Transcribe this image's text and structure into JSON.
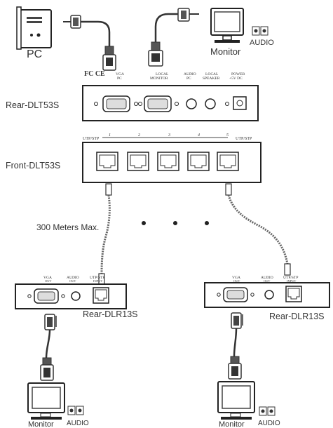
{
  "top": {
    "pc_label": "PC",
    "monitor_label": "Monitor",
    "audio_label": "AUDIO"
  },
  "rear_dlt53s": {
    "label": "Rear-DLT53S",
    "marks": "FC CE",
    "ports": [
      {
        "line1": "VGA",
        "line2": "PC"
      },
      {
        "line1": "LOCAL",
        "line2": "MONITOR"
      },
      {
        "line1": "AUDIO",
        "line2": "PC"
      },
      {
        "line1": "LOCAL",
        "line2": "SPEAKER"
      },
      {
        "line1": "POWER",
        "line2": "+5V DC"
      }
    ]
  },
  "front_dlt53s": {
    "label": "Front-DLT53S",
    "utp_left": "UTP/STP",
    "utp_right": "UTP/STP",
    "port_numbers": [
      "1",
      "2",
      "3",
      "4",
      "5"
    ]
  },
  "distance_label": "300 Meters Max.",
  "receivers": [
    {
      "label": "Rear-DLR13S",
      "ports": [
        {
          "line1": "VGA",
          "line2": "OUT"
        },
        {
          "line1": "AUDIO",
          "line2": "OUT"
        },
        {
          "line1": "UTP/STP",
          "line2": "INPUT"
        }
      ],
      "monitor_label": "Monitor",
      "audio_label": "AUDIO"
    },
    {
      "label": "Rear-DLR13S",
      "ports": [
        {
          "line1": "VGA",
          "line2": "OUT"
        },
        {
          "line1": "AUDIO",
          "line2": "OUT"
        },
        {
          "line1": "UTP/STP",
          "line2": "INPUT"
        }
      ],
      "monitor_label": "Monitor",
      "audio_label": "AUDIO"
    }
  ]
}
